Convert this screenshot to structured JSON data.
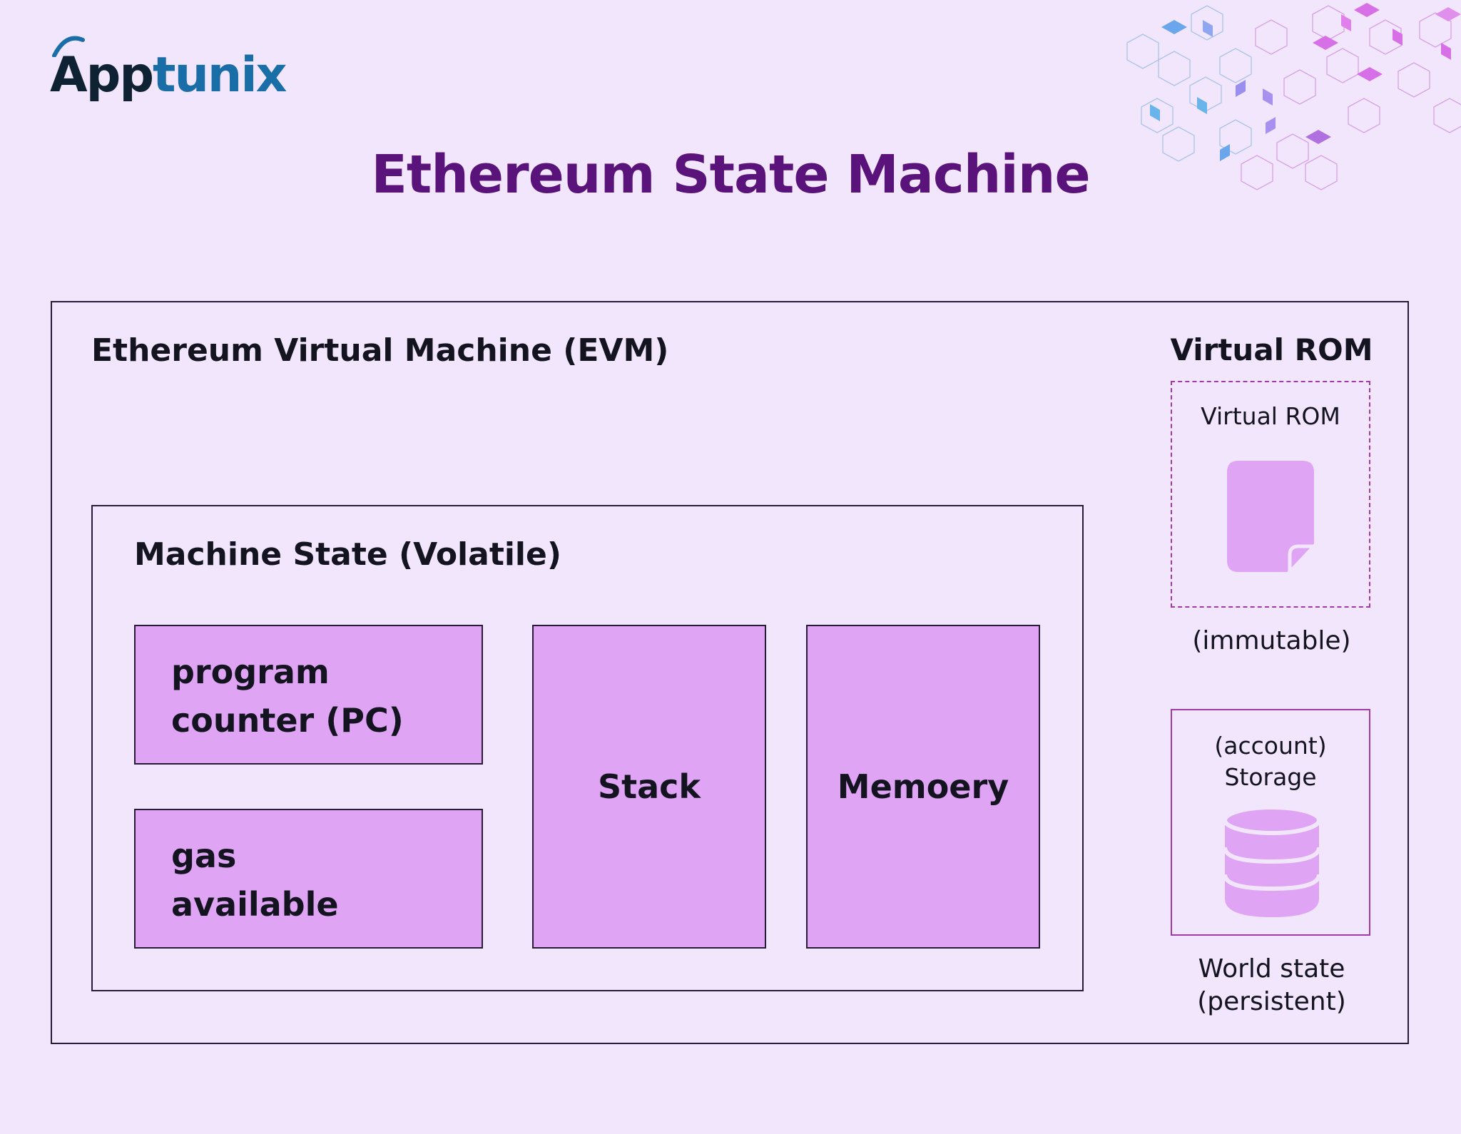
{
  "brand": {
    "logo_initial": "A",
    "logo_pp": "pp",
    "logo_rest": "tunix"
  },
  "title": "Ethereum State Machine",
  "evm": {
    "label": "Ethereum Virtual Machine (EVM)",
    "machine_state": {
      "label": "Machine State (Volatile)",
      "boxes": {
        "pc_line1": "program",
        "pc_line2": "counter (PC)",
        "gas_line1": "gas",
        "gas_line2": "available",
        "stack": "Stack",
        "memory": "Memoery"
      }
    },
    "virtual_rom": {
      "heading": "Virtual ROM",
      "box_label": "Virtual ROM",
      "caption": "(immutable)",
      "icon": "document-icon"
    },
    "storage": {
      "line1": "(account)",
      "line2": "Storage",
      "icon": "database-icon",
      "caption_line1": "World state",
      "caption_line2": "(persistent)"
    }
  },
  "colors": {
    "background": "#f2e6fc",
    "title": "#5a137a",
    "box_fill": "#dfa4f4",
    "icon_fill": "#dfa4f4",
    "rom_border": "#a03aa8",
    "logo_dark": "#0f2233",
    "logo_blue": "#1a6ea8"
  }
}
